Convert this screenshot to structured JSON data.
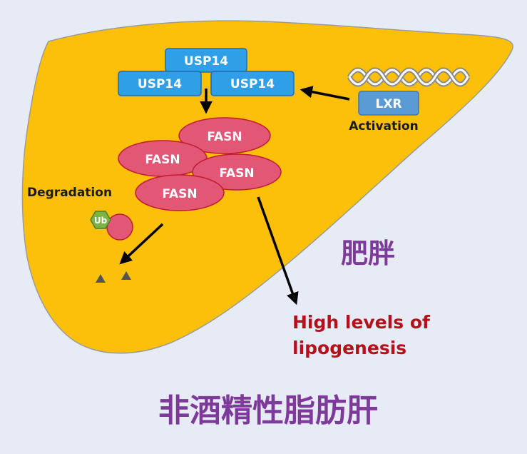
{
  "colors": {
    "background": "#e6ebf5",
    "liver_fill": "#fcbf0a",
    "liver_stroke": "#9b9b9b",
    "usp14_fill": "#2f9fe8",
    "usp14_stroke": "#1a6fb3",
    "fasn_fill": "#e15775",
    "fasn_stroke": "#c21b2f",
    "lxr_fill": "#5b9bd5",
    "ub_fill": "#7cb342",
    "arrow": "#000000",
    "lipogenesis_text": "#b3121c",
    "chinese_text": "#7d3a9a",
    "fragment": "#555555"
  },
  "usp14": {
    "top_label": "USP14",
    "left_label": "USP14",
    "right_label": "USP14"
  },
  "lxr": {
    "label": "LXR",
    "caption": "Activation"
  },
  "fasn": {
    "labels": [
      "FASN",
      "FASN",
      "FASN",
      "FASN"
    ]
  },
  "degradation": {
    "label": "Degradation",
    "ub_label": "Ub"
  },
  "outcome": {
    "line1": "High levels of",
    "line2": "lipogenesis"
  },
  "obesity_label": "肥胖",
  "nafld_label": "非酒精性脂肪肝",
  "icons": {
    "dna": "dna-helix-icon",
    "ub": "ubiquitin-hexagon-icon",
    "fragments": "degraded-fragment-triangle-icon"
  }
}
